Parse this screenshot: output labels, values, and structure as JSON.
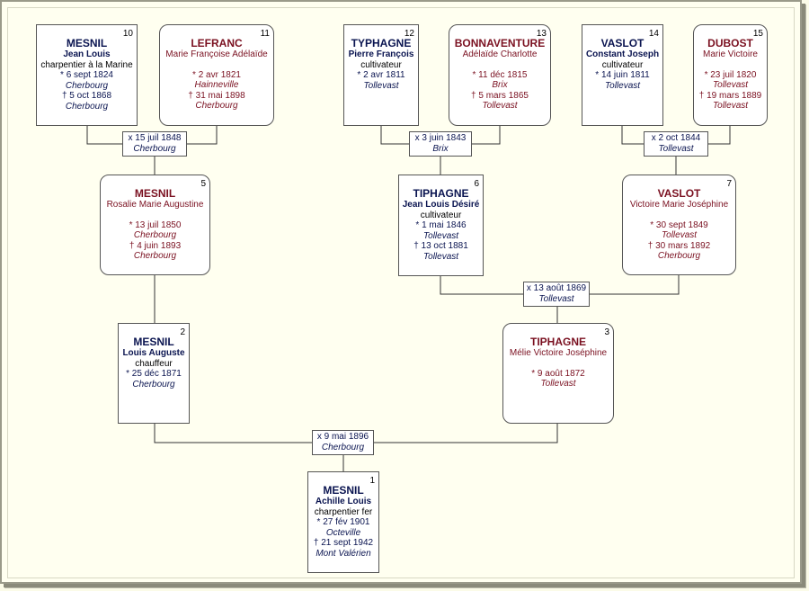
{
  "persons": {
    "p1": {
      "num": "1",
      "surname": "MESNIL",
      "given": "Achille Louis",
      "occupation": "charpentier fer",
      "birth": "* 27 fév 1901",
      "birth_place": "Octeville",
      "death": "† 21 sept 1942",
      "death_place": "Mont Valérien"
    },
    "p2": {
      "num": "2",
      "surname": "MESNIL",
      "given": "Louis Auguste",
      "occupation": "chauffeur",
      "birth": "* 25 déc 1871",
      "birth_place": "Cherbourg"
    },
    "p3": {
      "num": "3",
      "surname": "TIPHAGNE",
      "given": "Mélie Victoire Joséphine",
      "birth": "* 9 août 1872",
      "birth_place": "Tollevast"
    },
    "p5": {
      "num": "5",
      "surname": "MESNIL",
      "given": "Rosalie Marie Augustine",
      "birth": "* 13 juil 1850",
      "birth_place": "Cherbourg",
      "death": "† 4 juin 1893",
      "death_place": "Cherbourg"
    },
    "p6": {
      "num": "6",
      "surname": "TIPHAGNE",
      "given": "Jean Louis Désiré",
      "occupation": "cultivateur",
      "birth": "* 1 mai 1846",
      "birth_place": "Tollevast",
      "death": "† 13 oct 1881",
      "death_place": "Tollevast"
    },
    "p7": {
      "num": "7",
      "surname": "VASLOT",
      "given": "Victoire Marie Joséphine",
      "birth": "* 30 sept 1849",
      "birth_place": "Tollevast",
      "death": "† 30 mars 1892",
      "death_place": "Cherbourg"
    },
    "p10": {
      "num": "10",
      "surname": "MESNIL",
      "given": "Jean Louis",
      "occupation": "charpentier à la Marine",
      "birth": "* 6 sept 1824",
      "birth_place": "Cherbourg",
      "death": "† 5 oct 1868",
      "death_place": "Cherbourg"
    },
    "p11": {
      "num": "11",
      "surname": "LEFRANC",
      "given": "Marie Françoise Adélaïde",
      "birth": "* 2 avr 1821",
      "birth_place": "Hainneville",
      "death": "† 31 mai 1898",
      "death_place": "Cherbourg"
    },
    "p12": {
      "num": "12",
      "surname": "TYPHAGNE",
      "given": "Pierre François",
      "occupation": "cultivateur",
      "birth": "* 2 avr 1811",
      "birth_place": "Tollevast"
    },
    "p13": {
      "num": "13",
      "surname": "BONNAVENTURE",
      "given": "Adélaïde Charlotte",
      "birth": "* 11 déc 1815",
      "birth_place": "Brix",
      "death": "† 5 mars 1865",
      "death_place": "Tollevast"
    },
    "p14": {
      "num": "14",
      "surname": "VASLOT",
      "given": "Constant Joseph",
      "occupation": "cultivateur",
      "birth": "* 14 juin 1811",
      "birth_place": "Tollevast"
    },
    "p15": {
      "num": "15",
      "surname": "DUBOST",
      "given": "Marie Victoire",
      "birth": "* 23 juil 1820",
      "birth_place": "Tollevast",
      "death": "† 19 mars 1889",
      "death_place": "Tollevast"
    }
  },
  "marriages": {
    "m10_11": {
      "date": "x 15 juil 1848",
      "place": "Cherbourg"
    },
    "m12_13": {
      "date": "x 3 juin 1843",
      "place": "Brix"
    },
    "m14_15": {
      "date": "x 2 oct 1844",
      "place": "Tollevast"
    },
    "m6_7": {
      "date": "x 13 août 1869",
      "place": "Tollevast"
    },
    "m2_3": {
      "date": "x 9 mai 1896",
      "place": "Cherbourg"
    }
  },
  "colors": {
    "male": "#0a1450",
    "female": "#7a1020",
    "background": "#fffff0"
  }
}
